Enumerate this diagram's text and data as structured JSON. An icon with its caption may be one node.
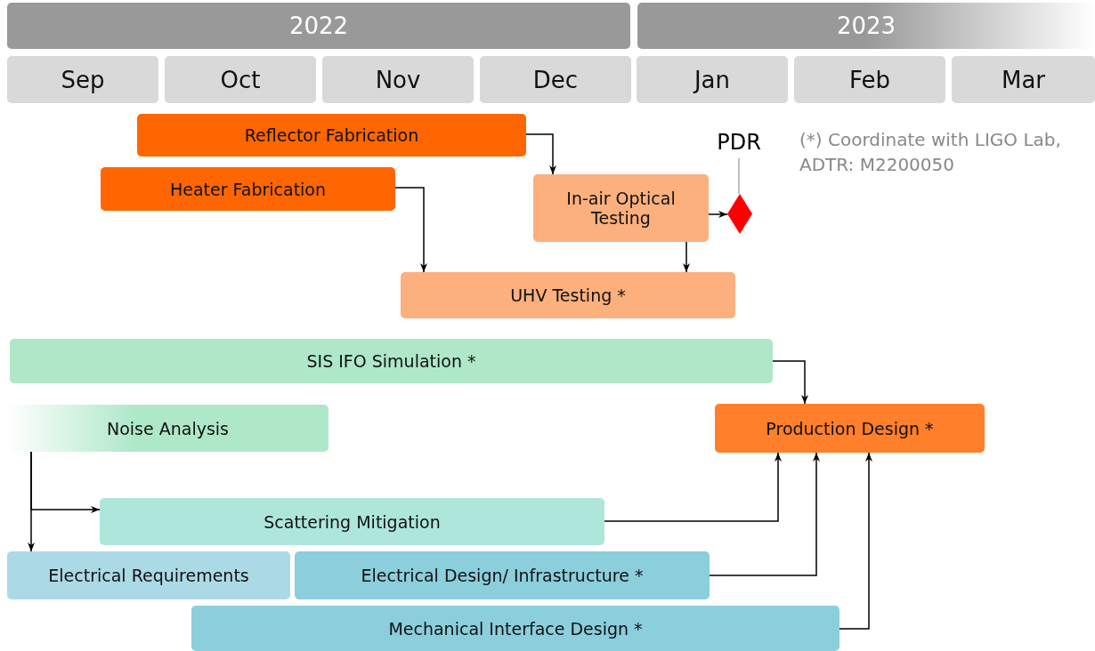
{
  "diagram": {
    "nodes": [
      {
        "text": [
          "2022"
        ]
      },
      {
        "text": [
          "2023"
        ]
      },
      {
        "text": [
          "Sep"
        ]
      },
      {
        "text": [
          "Oct"
        ]
      },
      {
        "text": [
          "Nov"
        ]
      },
      {
        "text": [
          "Dec"
        ]
      },
      {
        "text": [
          "Jan"
        ]
      },
      {
        "text": [
          "Feb"
        ]
      },
      {
        "text": [
          "Mar"
        ]
      },
      {
        "text": [
          "Reflector Fabrication"
        ]
      },
      {
        "text": [
          "Heater Fabrication"
        ]
      },
      {
        "text": [
          "PDR"
        ]
      },
      {
        "text": [
          "In-air Optical Testing"
        ]
      },
      {
        "text": [],
        "shape": "diamond"
      },
      {
        "text": [
          "UHV Testing *"
        ]
      },
      {
        "text": [
          "SIS IFO Simulation *"
        ]
      },
      {
        "text": [
          "Noise Analysis"
        ]
      },
      {
        "text": [
          "Production Design *"
        ]
      },
      {
        "text": [
          "Scattering Mitigation"
        ]
      },
      {
        "text": [
          "Electrical Requirements"
        ]
      },
      {
        "text": [
          "Electrical Design/ Infrastructure *"
        ]
      },
      {
        "text": [
          "Mechanical Interface Design *"
        ]
      }
    ],
    "edges": [
      {
        "from": 9,
        "to": 12,
        "arrow": "to"
      },
      {
        "from": 10,
        "to": 14,
        "arrow": "to"
      },
      {
        "from": 12,
        "to": 13,
        "arrow": "to"
      },
      {
        "from": 12,
        "to": 14,
        "arrow": "to"
      },
      {
        "from": 11,
        "to": 13,
        "arrow": "none",
        "color": "#aaaaaa"
      },
      {
        "from": 15,
        "to": 17,
        "arrow": "to"
      },
      {
        "from": 16,
        "to": 18,
        "arrow": "to"
      },
      {
        "from": 16,
        "to": 19,
        "arrow": "to"
      },
      {
        "from": 18,
        "to": 17,
        "arrow": "to"
      },
      {
        "from": 20,
        "to": 17,
        "arrow": "to"
      },
      {
        "from": 21,
        "to": 17,
        "arrow": "to"
      }
    ],
    "labels": [
      "(*) Coordinate with LIGO Lab, ADTR: M2200050"
    ]
  }
}
